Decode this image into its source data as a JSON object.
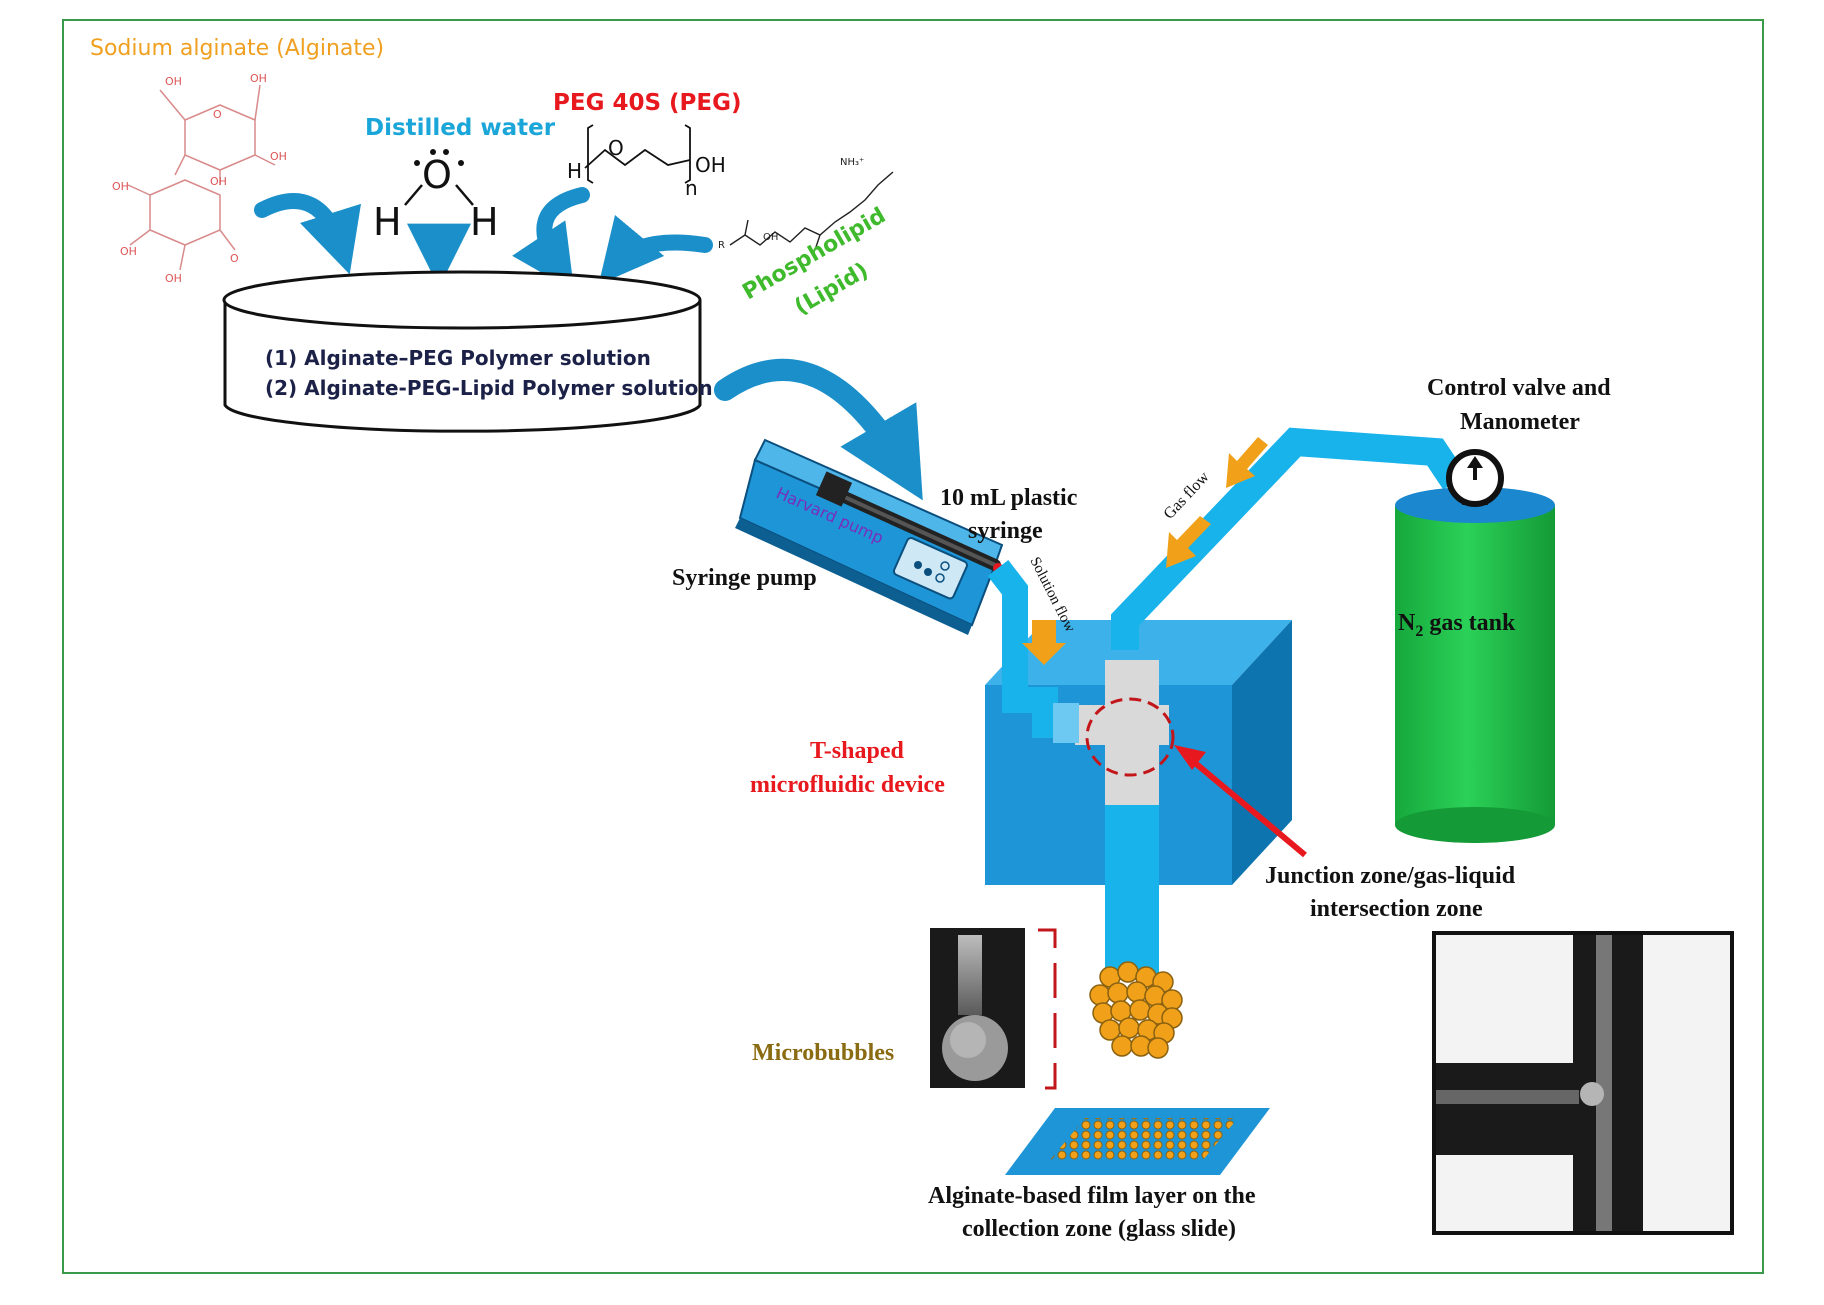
{
  "labels": {
    "sodium_alginate": "Sodium alginate (Alginate)",
    "distilled_water": "Distilled water",
    "peg": "PEG 40S (PEG)",
    "phospholipid": "Phospholipid",
    "lipid": "(Lipid)",
    "solution_1": "(1) Alginate–PEG Polymer solution",
    "solution_2": "(2) Alginate-PEG-Lipid Polymer solution",
    "control_valve_1": "Control valve and",
    "control_valve_2": "Manometer",
    "syringe_1": "10 mL plastic",
    "syringe_2": "syringe",
    "syringe_pump": "Syringe pump",
    "harvard_pump": "Harvard pump",
    "gas_flow": "Gas flow",
    "solution_flow": "Solution flow",
    "n2": "N",
    "n2_sub": "2",
    "gas_tank": " gas tank",
    "tshaped_1": "T-shaped",
    "tshaped_2": "microfluidic device",
    "junction_1": "Junction zone/gas-liquid",
    "junction_2": "intersection zone",
    "microbubbles": "Microbubbles",
    "film_1": "Alginate-based film layer on the",
    "film_2": "collection zone (glass slide)"
  },
  "chemistry": {
    "water_o": "O",
    "water_h": "H",
    "peg_h": "H",
    "peg_o": "O",
    "peg_n": "n",
    "peg_oh": "OH",
    "lipid_nh3": "NH₃⁺",
    "lipid_r": "R",
    "lipid_oh": "OH",
    "alg_oh": "OH",
    "alg_o": "O"
  },
  "colors": {
    "frame": "#3a9a4a",
    "alginate_text": "#f0a020",
    "water_text": "#1aa6d8",
    "peg_text": "#e8191e",
    "lipid_text": "#3fba2c",
    "dark_text": "#111111",
    "navy_text": "#1c2147",
    "device_blue": "#1e95d6",
    "device_dark": "#0d74b0",
    "channel_blue": "#19b3ec",
    "arrow_blue": "#1b8fc9",
    "tank_green": "#1fbb48",
    "bubble_orange": "#f0a019",
    "red": "#e8191e",
    "microbubble_text": "#8a6b12"
  },
  "icons": [
    "gauge-icon",
    "harvard-pump-icon",
    "syringe-icon",
    "glass-slide-icon",
    "microscope-image-icon"
  ]
}
